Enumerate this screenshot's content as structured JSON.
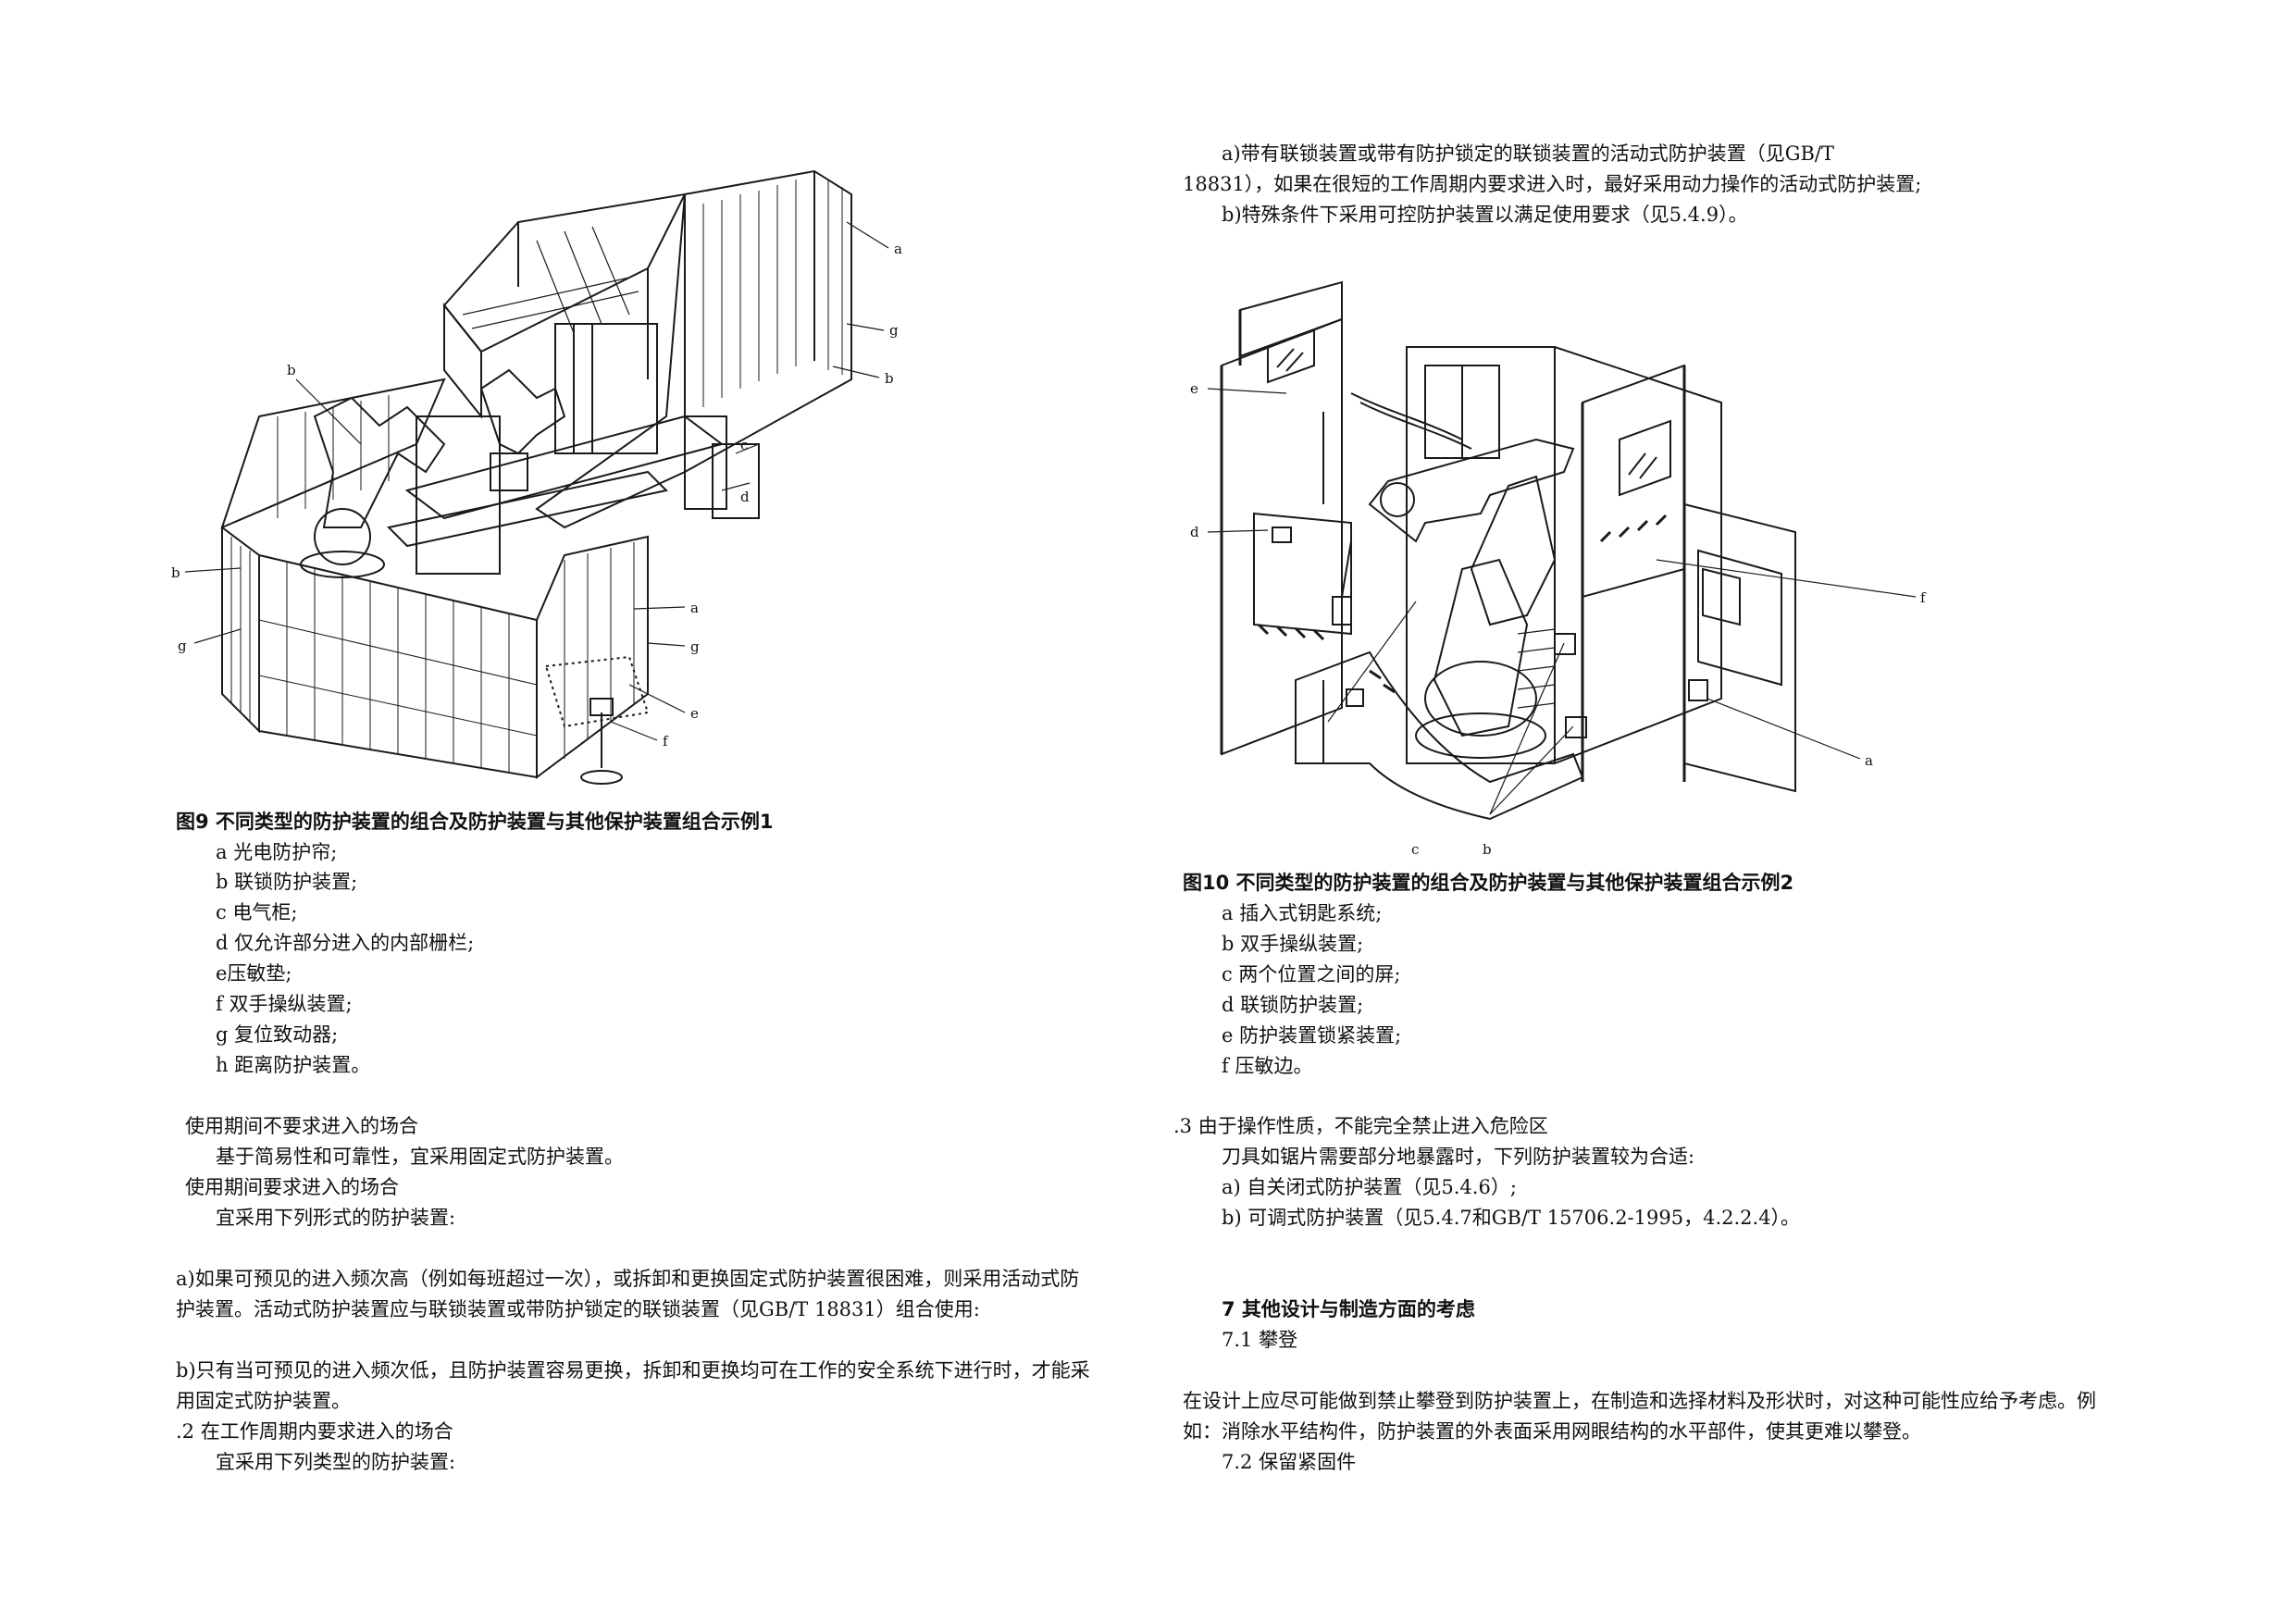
{
  "figure9": {
    "caption": "图9 不同类型的防护装置的组合及防护装置与其他保护装置组合示例1",
    "callouts": [
      "a",
      "g",
      "b",
      "b",
      "c",
      "d",
      "b",
      "g",
      "a",
      "g",
      "e",
      "f"
    ],
    "legend": [
      "a 光电防护帘;",
      "b 联锁防护装置;",
      "c 电气柜;",
      "d 仅允许部分进入的内部栅栏;",
      "e压敏垫;",
      "f 双手操纵装置;",
      "g 复位致动器;",
      "h 距离防护装置。"
    ]
  },
  "left_text": {
    "h1": "使用期间不要求进入的场合",
    "p1": "基于简易性和可靠性，宜采用固定式防护装置。",
    "h2": "使用期间要求进入的场合",
    "p2": "宜采用下列形式的防护装置:",
    "item_a_1": "a)如果可预见的进入频次高（例如每班超过一次），或拆卸和更换固定式防护装置很困难，则采用活动式防",
    "item_a_2": "护装置。活动式防护装置应与联锁装置或带防护锁定的联锁装置（见GB/T 18831）组合使用:",
    "item_b_1": "b)只有当可预见的进入频次低，且防护装置容易更换，拆卸和更换均可在工作的安全系统下进行时，才能采",
    "item_b_2": "用固定式防护装置。",
    "h3": ".2 在工作周期内要求进入的场合",
    "p3": "宜采用下列类型的防护装置:"
  },
  "right_text": {
    "top_a_1": "a)带有联锁装置或带有防护锁定的联锁装置的活动式防护装置（见GB/T",
    "top_a_2": "18831），如果在很短的工作周期内要求进入时，最好采用动力操作的活动式防护装置;",
    "top_b": "b)特殊条件下采用可控防护装置以满足使用要求（见5.4.9）。",
    "h3": ".3 由于操作性质，不能完全禁止进入危险区",
    "p3": "刀具如锯片需要部分地暴露时，下列防护装置较为合适:",
    "item_a": "a) 自关闭式防护装置（见5.4.6）;",
    "item_b": "b) 可调式防护装置（见5.4.7和GB/T 15706.2-1995，4.2.2.4）。",
    "h7": "7 其他设计与制造方面的考虑",
    "h71": "7.1 攀登",
    "p71_1": "在设计上应尽可能做到禁止攀登到防护装置上，在制造和选择材料及形状时，对这种可能性应给予考虑。例",
    "p71_2": "如：消除水平结构件，防护装置的外表面采用网眼结构的水平部件，使其更难以攀登。",
    "h72": "7.2 保留紧固件"
  },
  "figure10": {
    "caption": "图10 不同类型的防护装置的组合及防护装置与其他保护装置组合示例2",
    "callouts": [
      "e",
      "d",
      "f",
      "a",
      "c",
      "b"
    ],
    "legend": [
      "a 插入式钥匙系统;",
      "b 双手操纵装置;",
      "c 两个位置之间的屏;",
      "d 联锁防护装置;",
      "e 防护装置锁紧装置;",
      "f 压敏边。"
    ]
  }
}
